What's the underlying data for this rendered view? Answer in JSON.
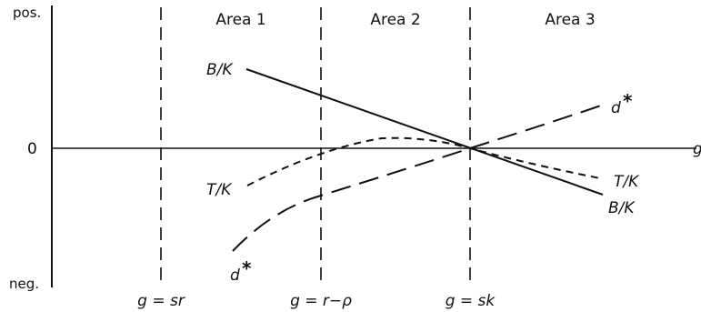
{
  "y_axis": {
    "top_label": "pos.",
    "zero_label": "0",
    "bottom_label": "neg."
  },
  "x_axis": {
    "label": "g"
  },
  "areas": [
    "Area 1",
    "Area 2",
    "Area 3"
  ],
  "boundaries": [
    "g = sr",
    "g = r−ρ",
    "g = sk"
  ],
  "curves": {
    "bk_left": "B/K",
    "bk_right": "B/K",
    "tk_left": "T/K",
    "tk_right": "T/K",
    "d_left": "d",
    "d_right": "d",
    "star": "*"
  }
}
